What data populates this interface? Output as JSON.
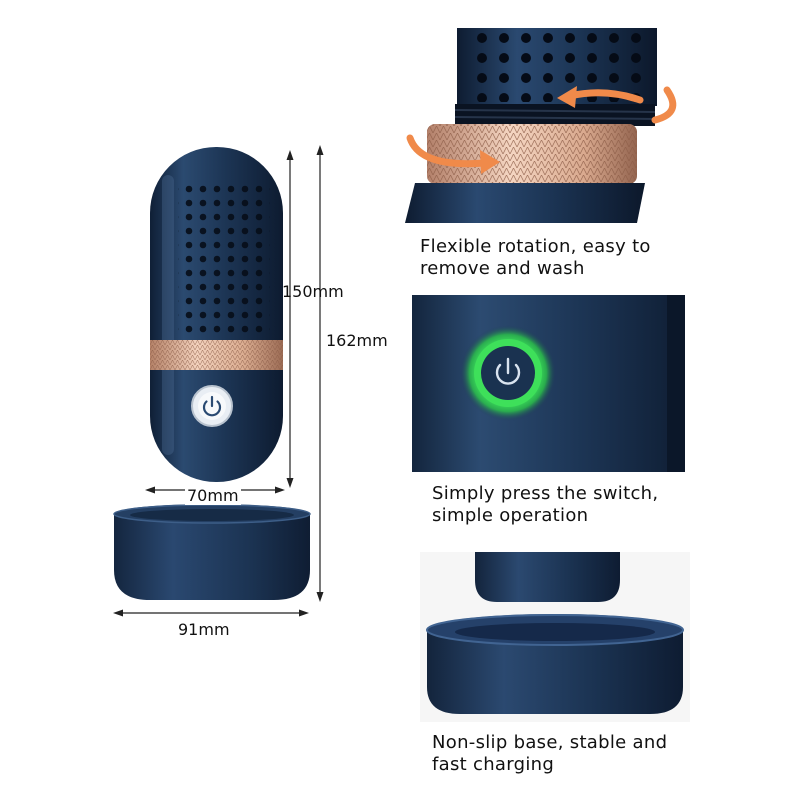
{
  "dimensions": {
    "height_inner": "150mm",
    "height_total": "162mm",
    "width_capsule": "70mm",
    "width_base": "91mm"
  },
  "features": [
    {
      "line1": "Flexible rotation, easy to",
      "line2": "remove and wash"
    },
    {
      "line1": "Simply press the switch,",
      "line2": "simple operation"
    },
    {
      "line1": "Non-slip base, stable and",
      "line2": "fast charging"
    }
  ],
  "colors": {
    "body": "#1d3656",
    "body_dark": "#13243c",
    "ring": "#e2b9a0",
    "arrow": "#f08a4a",
    "power_led": "#3ee05a"
  },
  "icons": [
    "power-icon",
    "rotate-arrow-icon"
  ]
}
